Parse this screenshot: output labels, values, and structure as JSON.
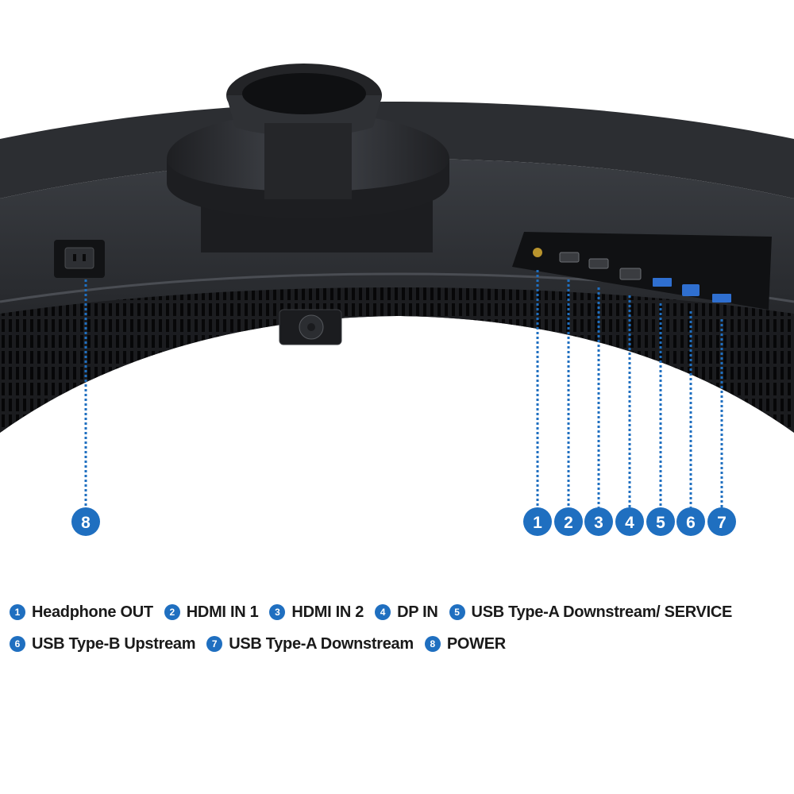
{
  "accent_color": "#1f6fc0",
  "callouts": [
    {
      "number": "1",
      "label": "Headphone OUT"
    },
    {
      "number": "2",
      "label": "HDMI IN 1"
    },
    {
      "number": "3",
      "label": "HDMI IN 2"
    },
    {
      "number": "4",
      "label": "DP IN"
    },
    {
      "number": "5",
      "label": "USB Type-A Downstream/ SERVICE"
    },
    {
      "number": "6",
      "label": "USB Type-B Upstream"
    },
    {
      "number": "7",
      "label": "USB Type-A Downstream"
    },
    {
      "number": "8",
      "label": "POWER"
    }
  ]
}
